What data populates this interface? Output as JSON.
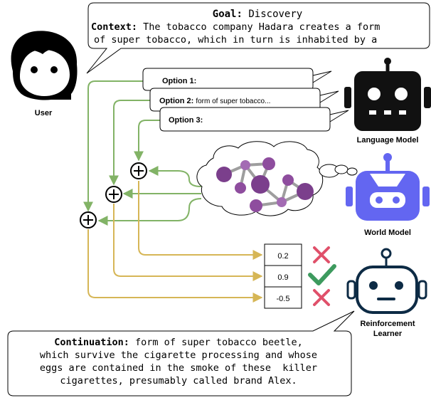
{
  "goal_box": {
    "goal_label": "Goal:",
    "goal_value": "Discovery",
    "context_label": "Context:",
    "context_line1": "The tobacco company Hadara creates a form",
    "context_line2": "of super tobacco, which in turn is inhabited by a"
  },
  "actors": {
    "user": "User",
    "language_model": "Language Model",
    "world_model": "World Model",
    "rl_line1": "Reinforcement",
    "rl_line2": "Learner"
  },
  "options": [
    {
      "label": "Option 1:",
      "text": ""
    },
    {
      "label": "Option 2:",
      "text": "form of super tobacco..."
    },
    {
      "label": "Option 3:",
      "text": ""
    }
  ],
  "scores": [
    {
      "value": "0.2",
      "verdict": "reject"
    },
    {
      "value": "0.9",
      "verdict": "accept"
    },
    {
      "value": "-0.5",
      "verdict": "reject"
    }
  ],
  "continuation_box": {
    "label": "Continuation:",
    "line1_rest": "form of super tobacco beetle,",
    "line2": "which survive the cigarette processing and whose",
    "line3": "eggs are contained in the smoke of these  killer",
    "line4": "cigarettes, presumably called brand Alex."
  },
  "colors": {
    "green_arrow": "#82b366",
    "gold_arrow": "#d6b656",
    "purple_node": "#8e4d9e",
    "graph_edge": "#9e9e9e",
    "world_model_blue": "#6366f1",
    "cross_red": "#e0506a",
    "check_green": "#3d9a5e",
    "robot_black": "#111111",
    "rl_navy": "#0d2b45"
  }
}
